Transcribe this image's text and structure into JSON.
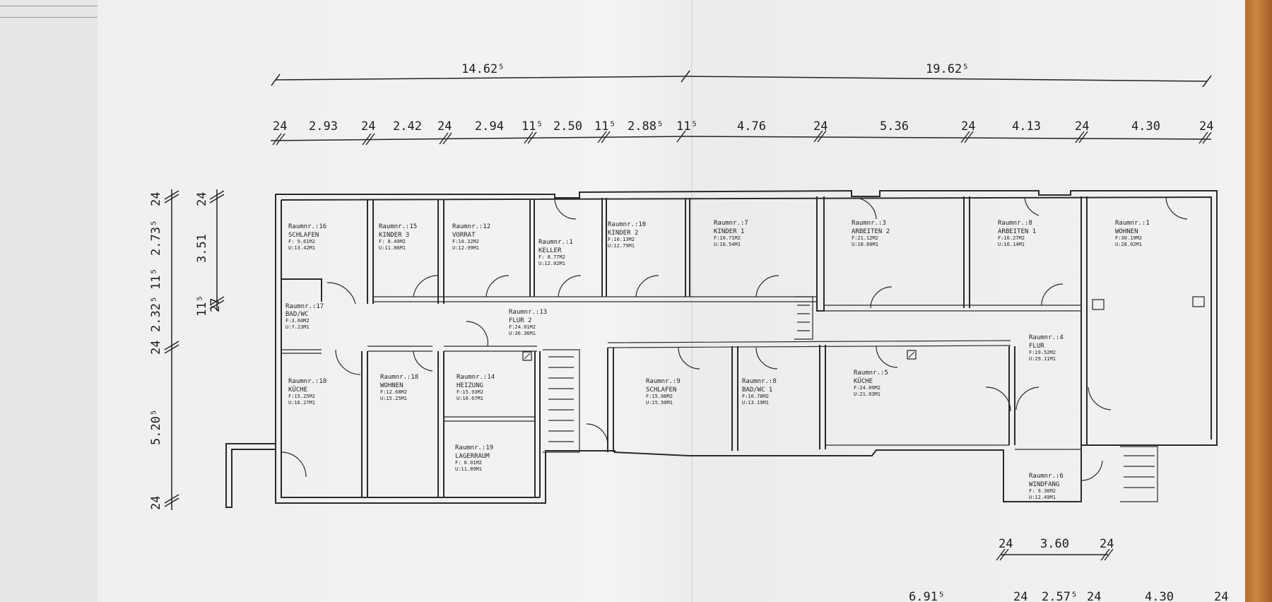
{
  "dimensions": {
    "overall": [
      "14.62⁵",
      "19.62⁵"
    ],
    "segments": [
      {
        "value": "24",
        "pos": "wall"
      },
      {
        "value": "2.93",
        "pos": "span"
      },
      {
        "value": "24",
        "pos": "wall"
      },
      {
        "value": "2.42",
        "pos": "span"
      },
      {
        "value": "24",
        "pos": "wall"
      },
      {
        "value": "2.94",
        "pos": "span"
      },
      {
        "value": "11⁵",
        "pos": "wall"
      },
      {
        "value": "2.50",
        "pos": "span"
      },
      {
        "value": "11⁵",
        "pos": "wall"
      },
      {
        "value": "2.88⁵",
        "pos": "span"
      },
      {
        "value": "11⁵",
        "pos": "wall"
      },
      {
        "value": "4.76",
        "pos": "span"
      },
      {
        "value": "24",
        "pos": "wall"
      },
      {
        "value": "5.36",
        "pos": "span"
      },
      {
        "value": "24",
        "pos": "wall"
      },
      {
        "value": "4.13",
        "pos": "span"
      },
      {
        "value": "24",
        "pos": "wall"
      },
      {
        "value": "4.30",
        "pos": "span"
      },
      {
        "value": "24",
        "pos": "wall"
      }
    ],
    "vertical_left": [
      "24",
      "2.73⁵",
      "11⁵",
      "2.32⁵",
      "24",
      "5.20⁵",
      "24"
    ],
    "vertical_inner": [
      "24",
      "3.51",
      "27",
      "11⁵"
    ],
    "bottom_small": [
      "24",
      "3.60",
      "24"
    ],
    "bottom_cut": [
      "6.91⁵",
      "24",
      "2.57⁵",
      "24",
      "4.30",
      "24"
    ]
  },
  "rooms": [
    {
      "nr": "Raumnr.:16",
      "name": "SCHLAFEN",
      "f": "F: 9.61M2",
      "u": "U:13.42M1"
    },
    {
      "nr": "Raumnr.:15",
      "name": "KINDER 3",
      "f": "F: 8.49M2",
      "u": "U:11.86M1"
    },
    {
      "nr": "Raumnr.:12",
      "name": "VORRAT",
      "f": "F:10.32M2",
      "u": "U:12.99M1"
    },
    {
      "nr": "Raumnr.:1",
      "name": "KELLER",
      "f": "F: 8.77M2",
      "u": "U:12.02M1"
    },
    {
      "nr": "Raumnr.:10",
      "name": "KINDER 2",
      "f": "F:10.13M2",
      "u": "U:12.79M1"
    },
    {
      "nr": "Raumnr.:7",
      "name": "KINDER 1",
      "f": "F:16.71M2",
      "u": "U:16.54M1"
    },
    {
      "nr": "Raumnr.:3",
      "name": "ARBEITEN 2",
      "f": "F:21.12M2",
      "u": "U:18.60M1"
    },
    {
      "nr": "Raumnr.:8",
      "name": "ARBEITEN 1",
      "f": "F:16.27M2",
      "u": "U:16.14M1"
    },
    {
      "nr": "Raumnr.:1",
      "name": "WOHNEN",
      "f": "F:30.19M2",
      "u": "U:28.02M1"
    },
    {
      "nr": "Raumnr.:17",
      "name": "BAD/WC",
      "f": "F:3.60M2",
      "u": "U:7.23M1"
    },
    {
      "nr": "Raumnr.:13",
      "name": "FLUR 2",
      "f": "F:24.01M2",
      "u": "U:36.36M1"
    },
    {
      "nr": "Raumnr.:18",
      "name": "KÜCHE",
      "f": "F:15.25M2",
      "u": "U:16.27M1"
    },
    {
      "nr": "Raumnr.:18",
      "name": "WOHNEN",
      "f": "F:12.68M2",
      "u": "U:15.25M1"
    },
    {
      "nr": "Raumnr.:14",
      "name": "HEIZUNG",
      "f": "F:15.93M2",
      "u": "U:16.67M1"
    },
    {
      "nr": "Raumnr.:19",
      "name": "LAGERRAUM",
      "f": "F: 8.01M2",
      "u": "U:11.89M1"
    },
    {
      "nr": "Raumnr.:9",
      "name": "SCHLAFEN",
      "f": "F:15.08M2",
      "u": "U:15.50M1"
    },
    {
      "nr": "Raumnr.:8",
      "name": "BAD/WC 1",
      "f": "F:10.78M2",
      "u": "U:13.19M1"
    },
    {
      "nr": "Raumnr.:5",
      "name": "KÜCHE",
      "f": "F:24.09M2",
      "u": "U:21.03M1"
    },
    {
      "nr": "Raumnr.:4",
      "name": "FLUR",
      "f": "F:19.52M2",
      "u": "U:29.11M1"
    },
    {
      "nr": "Raumnr.:6",
      "name": "WINDFANG",
      "f": "F: 9.36M2",
      "u": "U:12.49M1"
    }
  ]
}
